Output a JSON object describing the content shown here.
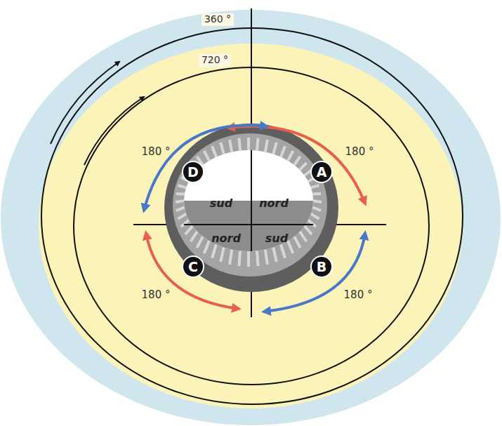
{
  "diagram": {
    "nodes": [
      {
        "text": [
          "D"
        ]
      },
      {
        "text": [
          "A"
        ]
      },
      {
        "text": [
          "C"
        ]
      },
      {
        "text": [
          "B"
        ]
      }
    ],
    "labels": [
      "360 °",
      "720 °",
      "180 °",
      "180 °",
      "180 °",
      "180 °",
      "sud",
      "nord",
      "nord",
      "sud"
    ]
  }
}
